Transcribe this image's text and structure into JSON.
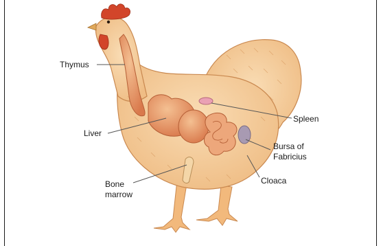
{
  "labels": {
    "thymus": "Thymus",
    "liver": "Liver",
    "bone_marrow": [
      "Bone",
      "marrow"
    ],
    "spleen": "Spleen",
    "bursa": [
      "Bursa of",
      "Fabricius"
    ],
    "cloaca": "Cloaca"
  },
  "colors": {
    "feathers": "#f6cd9b",
    "feather_shade": "#e8ad78",
    "feather_stroke": "#c9884f",
    "comb": "#d2452a",
    "legs": "#f2b97c",
    "organ": "#e7936a",
    "organ_light": "#f0b184",
    "spleen": "#eaa0b4",
    "bursa": "#a89ab2",
    "leader": "#555555"
  }
}
